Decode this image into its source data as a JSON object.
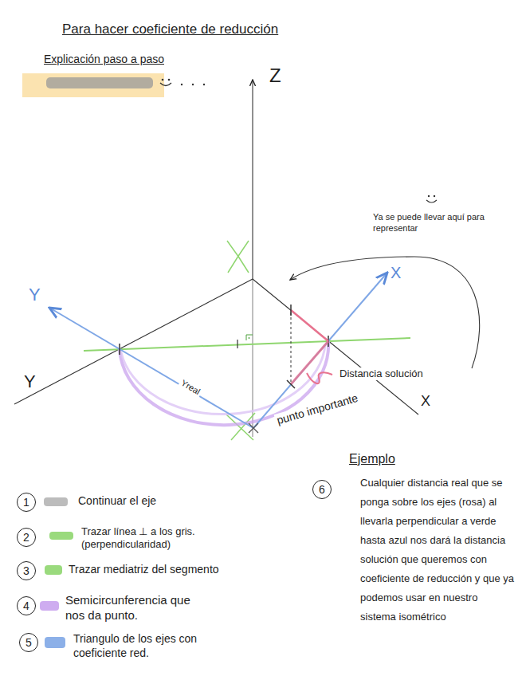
{
  "diagram": {
    "title": "Para hacer coeficiente de reducción",
    "nodes": [
      {
        "text": [
          "1"
        ]
      },
      {
        "text": [
          "2"
        ]
      },
      {
        "text": [
          "3"
        ]
      },
      {
        "text": [
          "4"
        ]
      },
      {
        "text": [
          "5"
        ]
      },
      {
        "text": [
          "6"
        ]
      }
    ],
    "labels": [
      "Explicación paso a paso",
      "Z",
      "Y",
      "X",
      "Y",
      "X",
      "Ya se puede llevar aquí para representar",
      "Distancia solución",
      "punto importante",
      "Yreal",
      "Ejemplo",
      "Cualquier distancia real que se ponga sobre los ejes (rosa) al llevarla perpendicular a verde hasta azul nos dará la distancia solución que queremos con coeficiente de reducción y que ya podemos usar en nuestro sistema isométrico"
    ],
    "legend": [
      {
        "text": "Continuar el eje",
        "color": "#b5b5b5"
      },
      {
        "text": "Trazar línea ⊥ a los gris. (perpendicularidad)",
        "color": "#8fd66f"
      },
      {
        "text": "Trazar mediatriz del segmento",
        "color": "#8fd66f"
      },
      {
        "text": "Semicircunferencia que nos da punto.",
        "color": "#c9a3ee"
      },
      {
        "text": "Triangulo de los ejes con coeficiente red.",
        "color": "#7fa7e6"
      }
    ]
  }
}
